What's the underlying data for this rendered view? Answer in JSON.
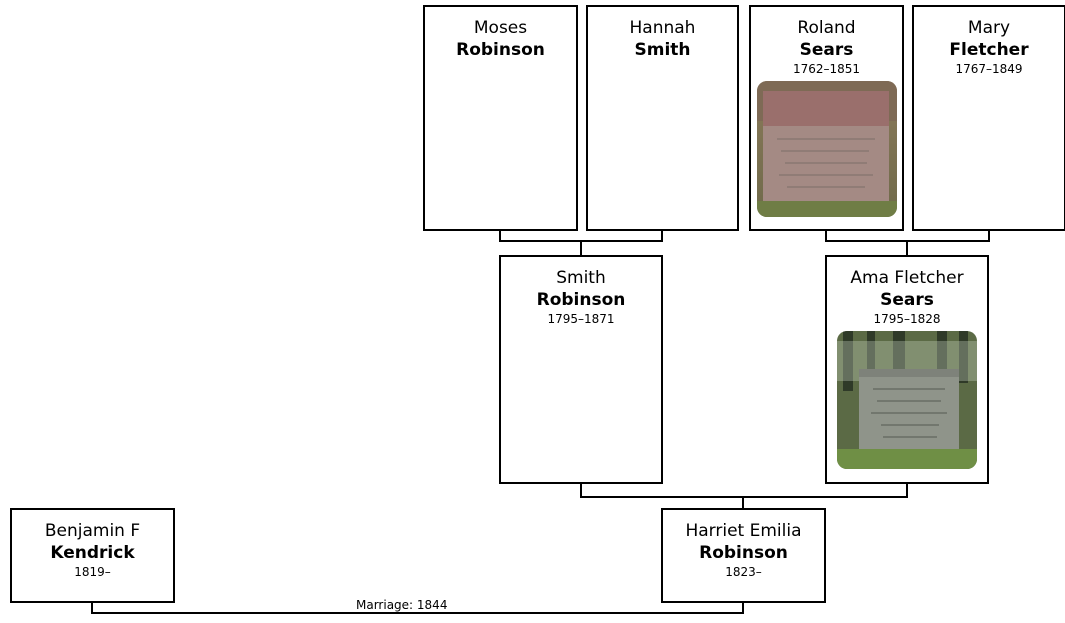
{
  "people": {
    "moses_robinson": {
      "given": "Moses",
      "surname": "Robinson",
      "dates": ""
    },
    "hannah_smith": {
      "given": "Hannah",
      "surname": "Smith",
      "dates": ""
    },
    "roland_sears": {
      "given": "Roland",
      "surname": "Sears",
      "dates": "1762–1851",
      "photo": "gravestone-photo"
    },
    "mary_fletcher": {
      "given": "Mary",
      "surname": "Fletcher",
      "dates": "1767–1849"
    },
    "smith_robinson": {
      "given": "Smith",
      "surname": "Robinson",
      "dates": "1795–1871"
    },
    "ama_fletcher_sears": {
      "given": "Ama Fletcher",
      "surname": "Sears",
      "dates": "1795–1828",
      "photo": "gravestone-photo"
    },
    "benjamin_kendrick": {
      "given": "Benjamin F",
      "surname": "Kendrick",
      "dates": "1819–"
    },
    "harriet_robinson": {
      "given": "Harriet Emilia",
      "surname": "Robinson",
      "dates": "1823–"
    }
  },
  "marriage": {
    "label": "Marriage: 1844"
  },
  "colors": {
    "border": "#000000",
    "background": "#ffffff"
  }
}
